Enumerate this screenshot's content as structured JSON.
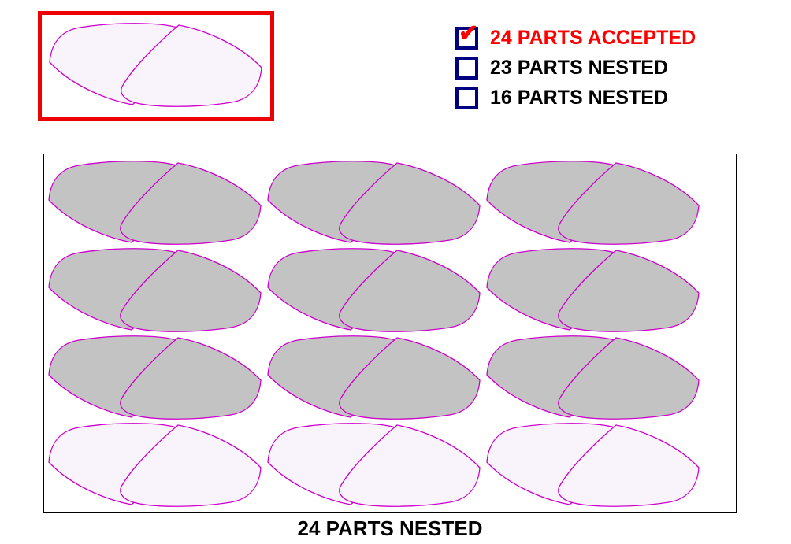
{
  "preview": {
    "border_color": "#ee0000",
    "parts_shown": 2
  },
  "legend": {
    "checkbox_border_color": "#000080",
    "check_color": "#ff0000",
    "items": [
      {
        "label": "24 PARTS ACCEPTED",
        "checked": true,
        "color": "#ff0000"
      },
      {
        "label": "23 PARTS NESTED",
        "checked": false,
        "color": "#000000"
      },
      {
        "label": "16 PARTS NESTED",
        "checked": false,
        "color": "#000000"
      }
    ]
  },
  "nest": {
    "caption": "24 PARTS NESTED",
    "total_parts": 24,
    "rows": 4,
    "pairs_per_row": 3,
    "parts_per_pair": 2,
    "outline_color": "#cc00cc",
    "accepted_fill": "#c3c3c3",
    "pending_fill": "#f9f4fb",
    "sheet_border_color": "#000000",
    "row_fills": [
      "accepted",
      "accepted",
      "accepted",
      "pending"
    ]
  }
}
